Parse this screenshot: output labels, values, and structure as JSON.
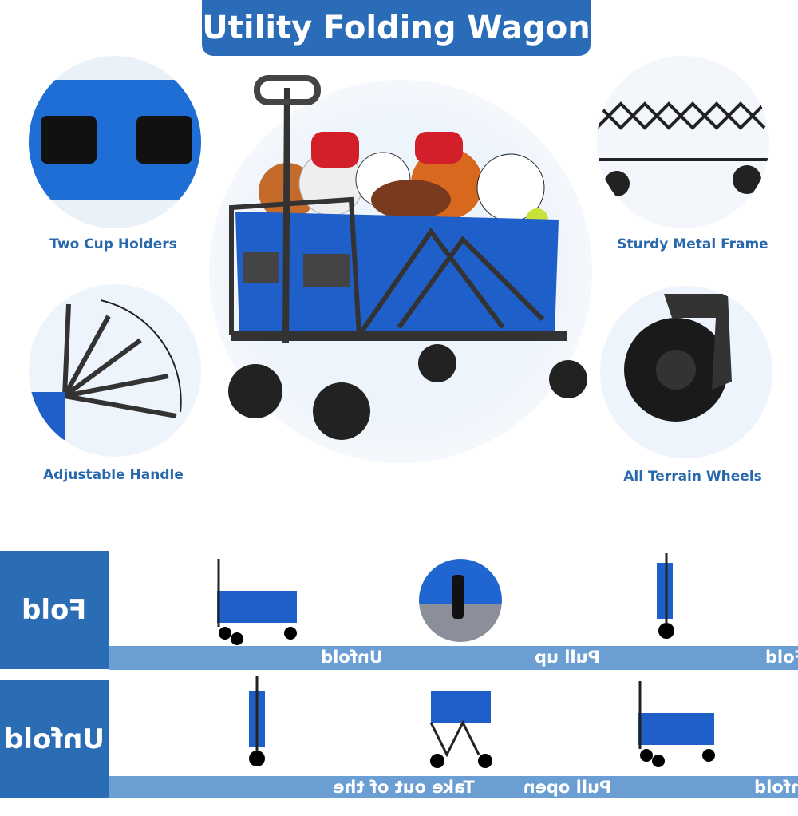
{
  "title": "Utility Folding Wagon",
  "features": [
    {
      "label": "Two Cup Holders",
      "icon": "cup-holder-closeup"
    },
    {
      "label": "Sturdy Metal Frame",
      "icon": "metal-frame-closeup"
    },
    {
      "label": "Adjustable Handle",
      "icon": "handle-positions"
    },
    {
      "label": "All Terrain Wheels",
      "icon": "wheel-closeup"
    }
  ],
  "fold_section": {
    "label": "Fold",
    "steps": [
      "Unfold",
      "Pull up",
      "Fold"
    ]
  },
  "unfold_section": {
    "label": "Unfold",
    "steps": [
      "Take out of the box",
      "Pull open",
      "Unfold"
    ]
  },
  "colors": {
    "brand_blue": "#2b6cb8",
    "step_bar": "#6b9fd3",
    "wagon_blue": "#1f5fc9"
  }
}
